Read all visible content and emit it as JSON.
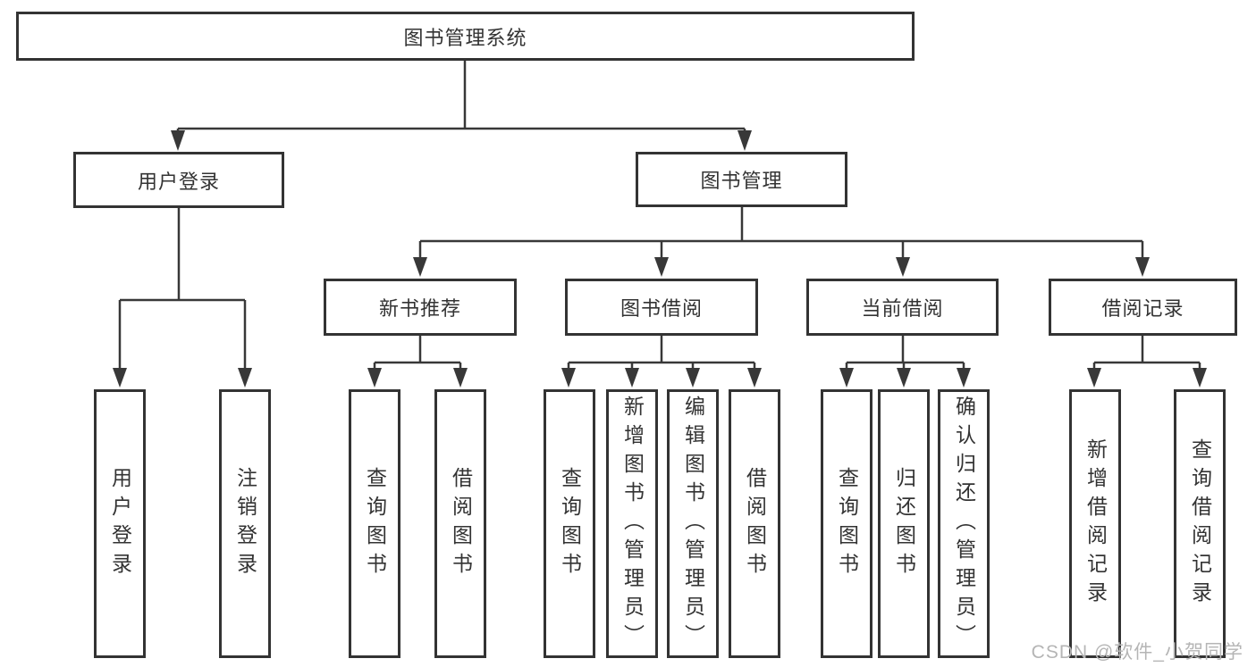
{
  "tree": {
    "root": {
      "label": "图书管理系统",
      "children": [
        {
          "label": "用户登录",
          "children": [
            {
              "label": "用户登录"
            },
            {
              "label": "注销登录"
            }
          ]
        },
        {
          "label": "图书管理",
          "children": [
            {
              "label": "新书推荐",
              "children": [
                {
                  "label": "查询图书"
                },
                {
                  "label": "借阅图书"
                }
              ]
            },
            {
              "label": "图书借阅",
              "children": [
                {
                  "label": "查询图书"
                },
                {
                  "label": "新增图书（管理员）"
                },
                {
                  "label": "编辑图书（管理员）"
                },
                {
                  "label": "借阅图书"
                }
              ]
            },
            {
              "label": "当前借阅",
              "children": [
                {
                  "label": "查询图书"
                },
                {
                  "label": "归还图书"
                },
                {
                  "label": "确认归还（管理员）"
                }
              ]
            },
            {
              "label": "借阅记录",
              "children": [
                {
                  "label": "新增借阅记录"
                },
                {
                  "label": "查询借阅记录"
                }
              ]
            }
          ]
        }
      ]
    }
  },
  "watermark": {
    "text": "CSDN @软件_小贺同学"
  },
  "colors": {
    "line": "#383838",
    "box_border": "#333333",
    "text": "#333333",
    "watermark": "#b5b5b5",
    "background": "#ffffff"
  }
}
